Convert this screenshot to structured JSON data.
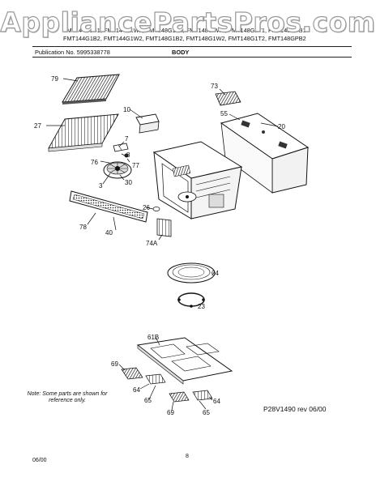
{
  "watermark": "AppliancePartsPros.com",
  "header": {
    "models_line1": "FMT144G1B1, FMT144G1W1, FMT148G1B1, FMT148G1W1, FMT148G1T1, FMT148GPB1",
    "models_line2": "FMT144G1B2, FMT144G1W2, FMT148G1B2, FMT148G1W2, FMT148G1T2, FMT148GPB2",
    "publication_label": "Publication No. 5995338778",
    "section": "BODY"
  },
  "callouts": {
    "p79": "79",
    "p10": "10",
    "p7": "7",
    "p8": "8",
    "p27": "27",
    "p76": "76",
    "p77": "77",
    "p30": "30",
    "p3": "3",
    "p78": "78",
    "p40": "40",
    "p73": "73",
    "p55": "55",
    "p20": "20",
    "p26": "26",
    "p74a": "74A",
    "p24": "24",
    "p23": "23",
    "p61b": "61B",
    "p69a": "69",
    "p64a": "64",
    "p65a": "65",
    "p64b": "64",
    "p69b": "69",
    "p65b": "65"
  },
  "note": "Note: Some parts are shown for reference only.",
  "reference": "P28V1490 rev 06/00",
  "footer": {
    "date": "06/00",
    "page": "8"
  }
}
